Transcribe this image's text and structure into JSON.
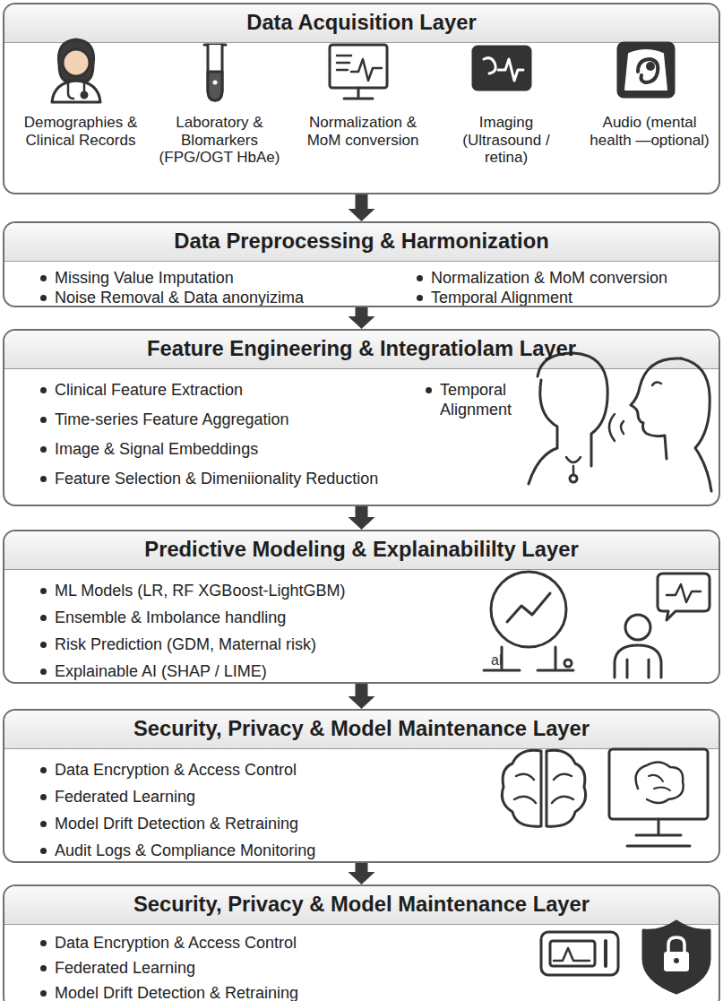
{
  "diagram": {
    "nodes": [
      {
        "text": [
          "Data Acquisition Layer",
          "Demographies & Clinical Records",
          "Laboratory & Blomarkers (FPG/OGT HbAe)",
          "Normalization & MoM conversion",
          "Imaging (Ultrasound / retina)",
          "Audio (mental health —optional)"
        ]
      },
      {
        "text": [
          "Data Preprocessing & Harmonization",
          "Missing Value Imputation",
          "Normalization & MoM conversion",
          "Noise Removal & Data anonyizima",
          "Temporal Alignment"
        ]
      },
      {
        "text": [
          "Feature Engineering & Integratiolam Layer",
          "Clinical Feature Extraction",
          "Temporal Alignment",
          "Time-series Feature Aggregation",
          "Image & Signal Embeddings",
          "Feature Selection & Dimeniionality Reduction"
        ]
      },
      {
        "text": [
          "Predictive Modeling & Explainabililty Layer",
          "ML Models (LR, RF XGBoost-LightGBM)",
          "Ensemble & Imbolance handling",
          "Risk Prediction (GDM, Maternal risk)",
          "Explainable AI (SHAP / LIME)"
        ]
      },
      {
        "text": [
          "Security, Privacy & Model Maintenance Layer",
          "Data Encryption & Access Control",
          "Federated Learning",
          "Model Drift Detection & Retraining",
          "Audit Logs & Compliance Monitoring"
        ]
      },
      {
        "text": [
          "Security, Privacy & Model Maintenance Layer",
          "Data Encryption & Access Control",
          "Federated Learning",
          "Model Drift Detection & Retraining"
        ]
      }
    ],
    "edges": [
      {
        "from": 0,
        "to": 1,
        "arrow": "to"
      },
      {
        "from": 1,
        "to": 2,
        "arrow": "to"
      },
      {
        "from": 2,
        "to": 3,
        "arrow": "to"
      },
      {
        "from": 3,
        "to": 4,
        "arrow": "to"
      },
      {
        "from": 4,
        "to": 5,
        "arrow": "to"
      }
    ],
    "labels": [
      "al"
    ]
  }
}
